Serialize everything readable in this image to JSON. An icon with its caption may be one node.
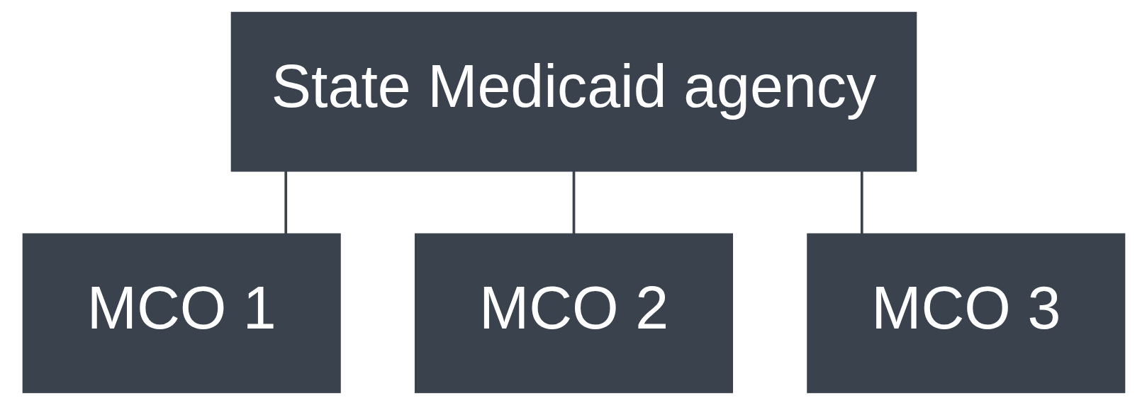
{
  "diagram": {
    "nodes": [
      {
        "text": [
          "State Medicaid agency"
        ]
      },
      {
        "text": [
          "MCO 1"
        ]
      },
      {
        "text": [
          "MCO 2"
        ]
      },
      {
        "text": [
          "MCO 3"
        ]
      }
    ],
    "edges": [
      {
        "from": 0,
        "to": 1,
        "arrow": "none"
      },
      {
        "from": 0,
        "to": 2,
        "arrow": "none"
      },
      {
        "from": 0,
        "to": 3,
        "arrow": "none"
      }
    ]
  }
}
